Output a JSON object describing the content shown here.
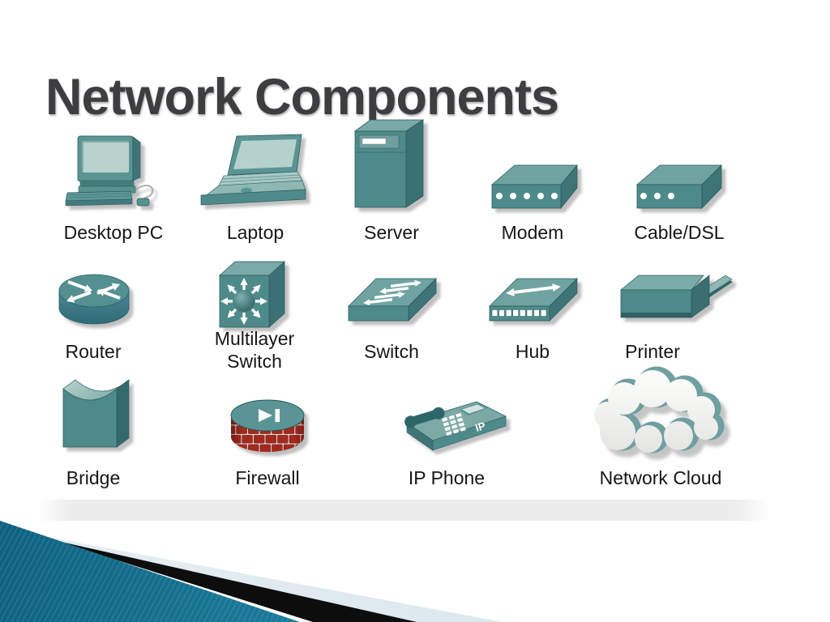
{
  "slide": {
    "title": "Network Components",
    "ip_phone_badge": "IP",
    "items": [
      {
        "id": "desktop-pc",
        "label": "Desktop PC"
      },
      {
        "id": "laptop",
        "label": "Laptop"
      },
      {
        "id": "server",
        "label": "Server"
      },
      {
        "id": "modem",
        "label": "Modem"
      },
      {
        "id": "cable-dsl",
        "label": "Cable/DSL"
      },
      {
        "id": "router",
        "label": "Router"
      },
      {
        "id": "multilayer-switch",
        "label": "Multilayer Switch"
      },
      {
        "id": "switch",
        "label": "Switch"
      },
      {
        "id": "hub",
        "label": "Hub"
      },
      {
        "id": "printer",
        "label": "Printer"
      },
      {
        "id": "bridge",
        "label": "Bridge"
      },
      {
        "id": "firewall",
        "label": "Firewall"
      },
      {
        "id": "ip-phone",
        "label": "IP Phone"
      },
      {
        "id": "network-cloud",
        "label": "Network Cloud"
      }
    ]
  },
  "theme": {
    "device_teal_front": "#4F8A8B",
    "device_teal_top": "#6FA3A2",
    "device_teal_side": "#3C7173",
    "screen_fill": "#B5D1CD",
    "firewall_brick": "#A12A1E",
    "stripe_teal": "#1B7C9C",
    "stripe_black": "#0D0D0D",
    "stripe_pale": "#DFE9EF",
    "title_color": "#3E3D40",
    "label_color": "#161616"
  }
}
